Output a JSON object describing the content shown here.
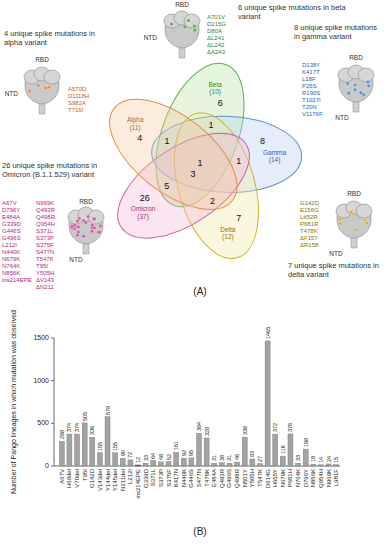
{
  "diagram": {
    "labels": [
      "(A)",
      "6 unique spike mutations in beta variant",
      "A701V",
      "D215G",
      "D80A",
      "ΔL241",
      "ΔL242",
      "ΔA243",
      "4 unique spike mutations in alpha variant",
      "A570D",
      "D1118H",
      "S982A",
      "T716I",
      "8 unique spike mutations in gamma variant",
      "D138Y",
      "K417T",
      "L18F",
      "P26S",
      "R190S",
      "T1027I",
      "T20N",
      "V1176F",
      "26 unique spike mutations in Omicron (B.1.1.529) variant",
      "A67V",
      "D796Y",
      "E484A",
      "G339D",
      "G446S",
      "G496S",
      "L212I",
      "N440K",
      "N679K",
      "N764K",
      "N856K",
      "ins214EPE",
      "N969K",
      "Q493R",
      "Q498R",
      "Q954H",
      "S371L",
      "S373P",
      "S375F",
      "S477N",
      "T547K",
      "T95I",
      "Y505H",
      "ΔV143",
      "ΔN211",
      "7 unique spike mutations in delta variant",
      "G142D",
      "E156G",
      "L452R",
      "P681R",
      "T478K",
      "ΔF157",
      "ΔR158",
      "RBD",
      "NTD",
      "RBD",
      "NTD",
      "RBD",
      "NTD",
      "RBD",
      "NTD",
      "RBD",
      "NTD",
      "Beta (10)",
      "Alpha (11)",
      "Gamma (14)",
      "Omicron (37)",
      "Delta (12)",
      "6",
      "4",
      "1",
      "8",
      "1",
      "1",
      "5",
      "1",
      "2",
      "26",
      "3",
      "7",
      "(B)",
      "Number of Pango lineages in which mutation was observed",
      "0",
      "500",
      "1000",
      "1500",
      "A67V",
      "H69del",
      "V70del",
      "T95I",
      "G142D",
      "V143del",
      "Y144del",
      "Y145del",
      "N211del",
      "L212I",
      "ins214EPE",
      "G339D",
      "S371L",
      "S373P",
      "S375F",
      "K417N",
      "N440K",
      "G446S",
      "S477N",
      "T478K",
      "E484A",
      "Q493R",
      "G496S",
      "Q498R",
      "N501Y",
      "Y505H",
      "T547K",
      "D614G",
      "H655Y",
      "N679K",
      "P681H",
      "N764K",
      "D796Y",
      "N856K",
      "Q954H",
      "N969K",
      "L981F",
      "288",
      "374",
      "374",
      "505",
      "336",
      "155",
      "578",
      "155",
      "90",
      "72",
      "12",
      "33",
      "64",
      "48",
      "52",
      "161",
      "92",
      "95",
      "384",
      "328",
      "31",
      "38",
      "31",
      "46",
      "338",
      "83",
      "27",
      "1465",
      "372",
      "116",
      "376",
      "33",
      "198",
      "19",
      "14",
      "24",
      "15"
    ]
  }
}
